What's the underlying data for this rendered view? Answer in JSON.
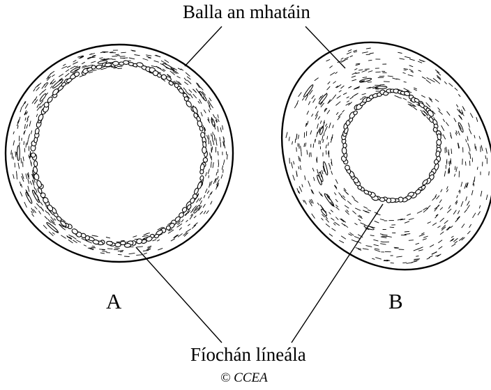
{
  "labels": {
    "wall": "Balla an mhatáin",
    "lining": "Fíochán líneála",
    "a": "A",
    "b": "B"
  },
  "credit": "© CCEA",
  "colors": {
    "ink": "#000000",
    "paper": "#ffffff"
  }
}
